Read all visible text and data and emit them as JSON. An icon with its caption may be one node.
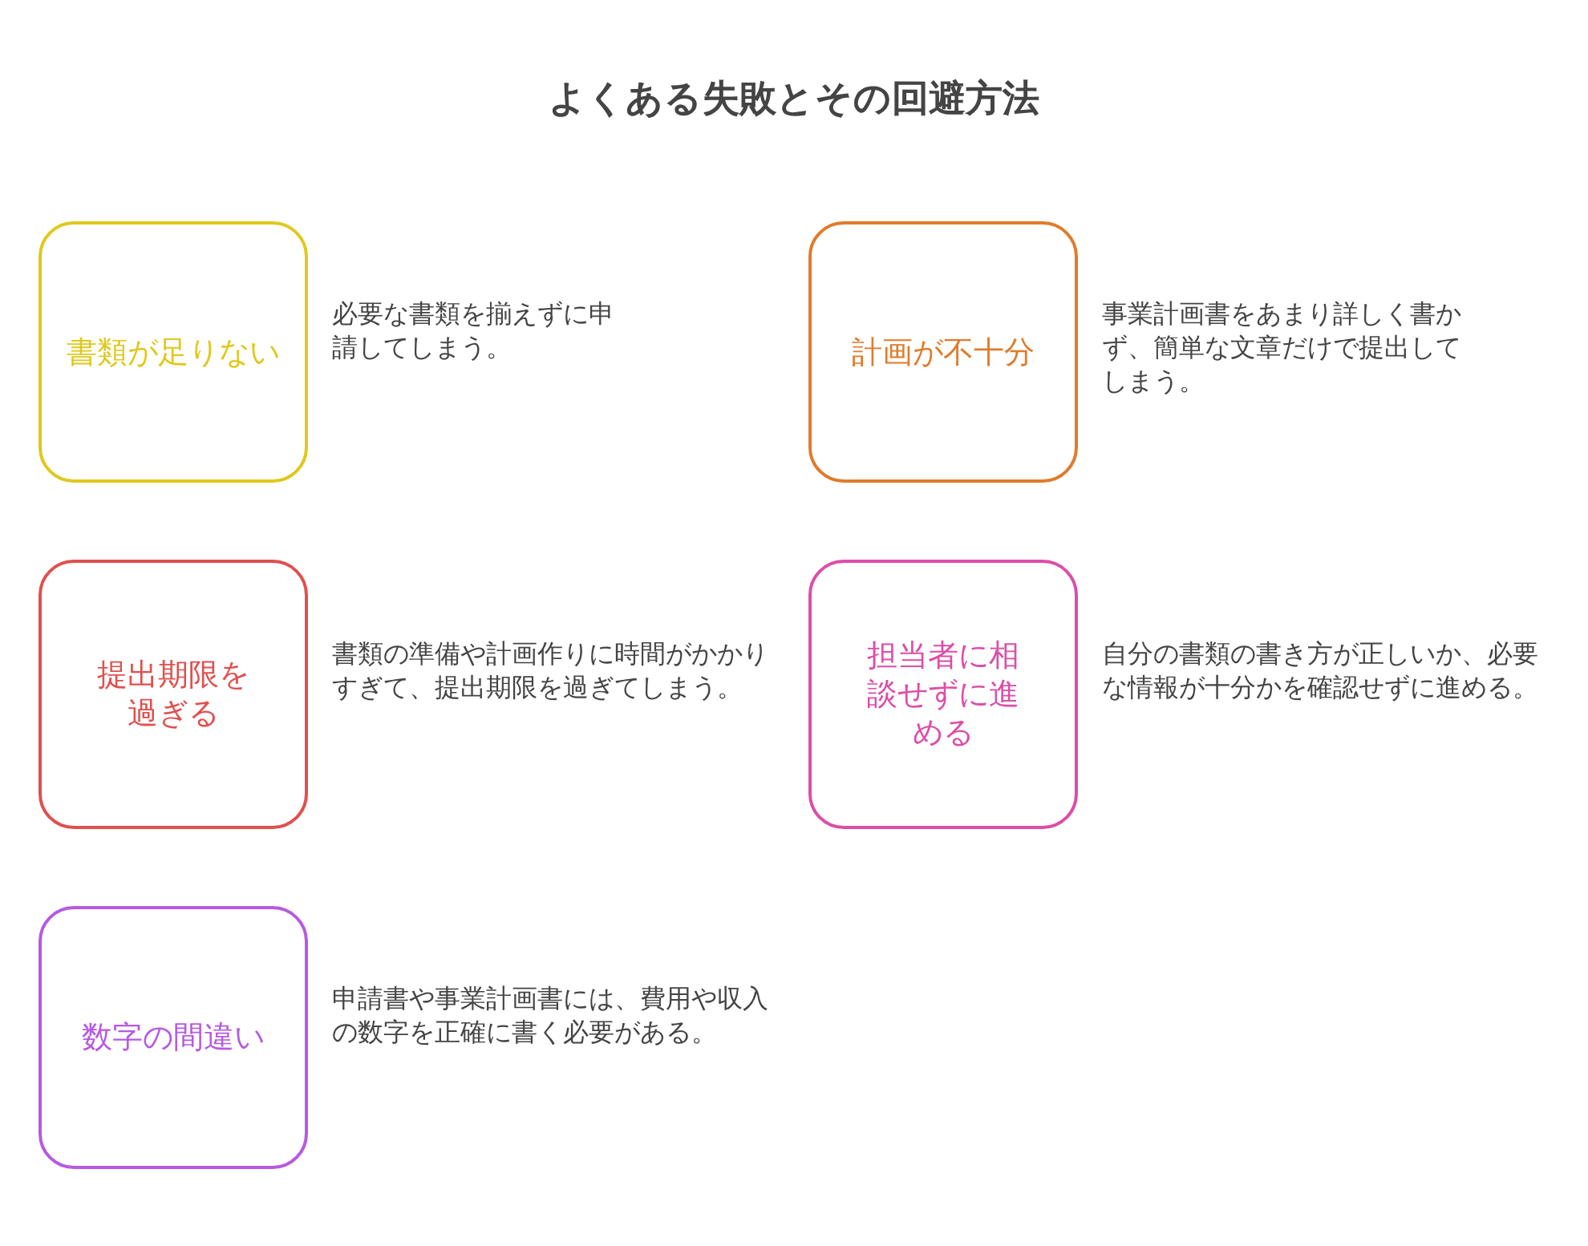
{
  "diagram": {
    "title": "よくある失敗とその回避方法",
    "nodes": [
      {
        "text": [
          "書類が足りない"
        ],
        "beside": [
          "必要な書類を揃えずに申請してしまう。"
        ]
      },
      {
        "text": [
          "計画が不十分"
        ],
        "beside": [
          "事業計画書をあまり詳しく書かず、簡単な文章だけで提出してしまう。"
        ]
      },
      {
        "text": [
          "提出期限を過ぎる"
        ],
        "beside": [
          "書類の準備や計画作りに時間がかかりすぎて、提出期限を過ぎてしまう。"
        ]
      },
      {
        "text": [
          "担当者に相談せずに進める"
        ],
        "beside": [
          "自分の書類の書き方が正しいか、必要な情報が十分かを確認せずに進める。"
        ]
      },
      {
        "text": [
          "数字の間違い"
        ],
        "beside": [
          "申請書や事業計画書には、費用や収入の数字を正確に書く必要がある。"
        ]
      }
    ]
  }
}
